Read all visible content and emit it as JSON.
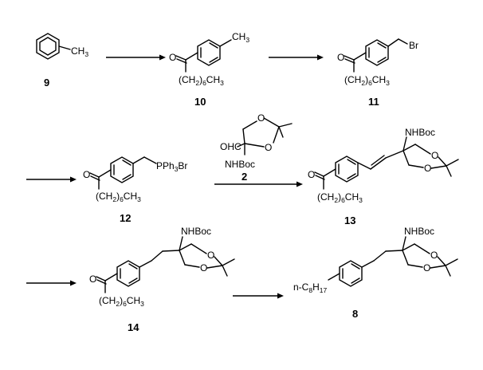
{
  "compounds": [
    {
      "number": "9",
      "labels": {
        "methyl": "CH3"
      }
    },
    {
      "number": "10",
      "labels": {
        "methyl": "CH3",
        "oxygen": "O",
        "chain": "(CH2)6CH3"
      }
    },
    {
      "number": "11",
      "labels": {
        "bromo": "Br",
        "oxygen": "O",
        "chain": "(CH2)6CH3"
      }
    },
    {
      "number": "12",
      "labels": {
        "phosphonium": "PPh3Br",
        "oxygen": "O",
        "chain": "(CH2)6CH3"
      }
    },
    {
      "number": "2",
      "labels": {
        "aldehyde": "OHC",
        "nhboc": "NHBoc",
        "o1": "O",
        "o2": "O"
      }
    },
    {
      "number": "13",
      "labels": {
        "nhboc": "NHBoc",
        "oxygen": "O",
        "o1": "O",
        "o2": "O",
        "chain": "(CH2)6CH3"
      }
    },
    {
      "number": "14",
      "labels": {
        "nhboc": "NHBoc",
        "oxygen": "O",
        "o1": "O",
        "o2": "O",
        "chain": "(CH2)6CH3"
      }
    },
    {
      "number": "8",
      "labels": {
        "nhboc": "NHBoc",
        "o1": "O",
        "o2": "O",
        "octyl": "n-C8H17"
      }
    }
  ]
}
